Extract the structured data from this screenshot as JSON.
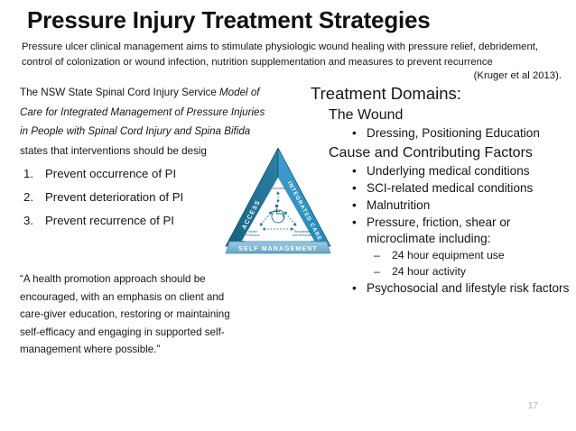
{
  "slide": {
    "title": "Pressure Injury Treatment Strategies",
    "intro": "Pressure ulcer clinical management aims to stimulate physiologic wound healing with pressure relief, debridement, control of colonization or wound infection, nutrition supplementation and measures to prevent recurrence",
    "citation": "(Kruger et al 2013).",
    "slide_number": "17"
  },
  "left": {
    "moc_line1_plain": "The NSW State Spinal Cord Injury Service ",
    "moc_line1_italic": "Model of",
    "moc_line2_italic": "Care for Integrated Management of Pressure Injuries",
    "moc_line3_italic": "in People with Spinal Cord Injury and Spina Bifida",
    "moc_line4_plain": "states that interventions should be desig",
    "numbered": [
      {
        "num": "1.",
        "text": "Prevent occurrence of PI"
      },
      {
        "num": "2.",
        "text": "Prevent deterioration of PI"
      },
      {
        "num": "3.",
        "text": "Prevent recurrence of PI"
      }
    ],
    "quote": "“A health promotion approach should be encouraged, with an emphasis on client and care-giver education, restoring or maintaining self-efficacy and engaging in supported self-management where possible.”"
  },
  "right": {
    "heading": "Treatment Domains:",
    "domain1": {
      "label": "The Wound",
      "bullets": [
        {
          "text": "Dressing, Positioning Education"
        }
      ]
    },
    "domain2": {
      "label": "Cause and Contributing Factors",
      "bullets": [
        {
          "text": "Underlying medical conditions"
        },
        {
          "text": "SCI-related medical conditions"
        },
        {
          "text": "Malnutrition"
        },
        {
          "text": "Pressure, friction, shear or microclimate including:",
          "sub": [
            {
              "text": "24 hour equipment use"
            },
            {
              "text": "24 hour activity"
            }
          ]
        },
        {
          "text": "Psychosocial and lifestyle risk factors"
        }
      ]
    },
    "bullet_glyph": "•",
    "dash_glyph": "–"
  },
  "diagram": {
    "name": "integrated-care-triangle",
    "edge_left_label": "ACCESS",
    "edge_right_label": "INTEGRATED CARE",
    "base_label": "SELF MANAGEMENT",
    "inner_top_label": "Prevention",
    "inner_left_label": "Health Promotion",
    "inner_right_label": "Rehabilitation and Restoration",
    "colors": {
      "edge_left": "#1b6e8c",
      "edge_right": "#2b8cbe",
      "base_bar": "#7fb7d4",
      "base_bar_dark": "#4e93ba",
      "inner_line": "#1b6e8c",
      "label_text": "#ffffff",
      "inner_text": "#1b6e8c"
    }
  }
}
